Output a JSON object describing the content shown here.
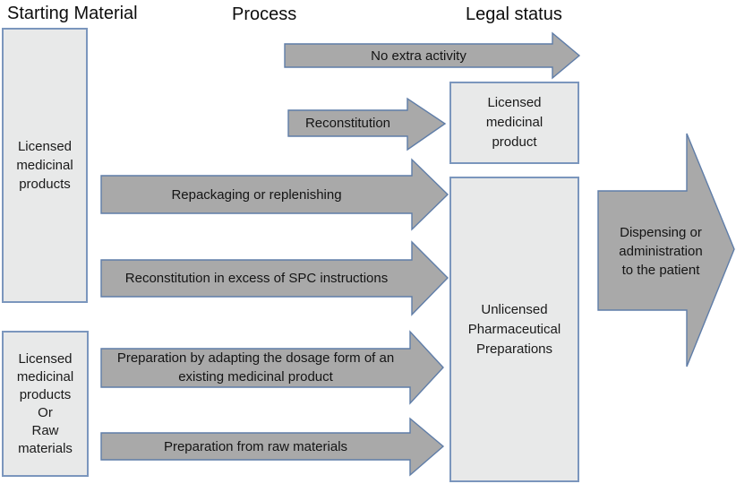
{
  "headers": {
    "starting_material": "Starting Material",
    "process": "Process",
    "legal_status": "Legal status"
  },
  "starting_material_boxes": [
    {
      "label": "Licensed\nmedicinal\nproducts"
    },
    {
      "label": "Licensed\nmedicinal\nproducts\nOr\nRaw\nmaterials"
    }
  ],
  "process_arrows": [
    {
      "label": "No extra activity"
    },
    {
      "label": "Reconstitution"
    },
    {
      "label": "Repackaging or replenishing"
    },
    {
      "label": "Reconstitution in excess of SPC instructions"
    },
    {
      "label": "Preparation by adapting the dosage form of an\nexisting medicinal product"
    },
    {
      "label": "Preparation from raw materials"
    }
  ],
  "legal_status_boxes": [
    {
      "label": "Licensed\nmedicinal\nproduct"
    },
    {
      "label": "Unlicensed\nPharmaceutical\nPreparations"
    }
  ],
  "outcome_arrow": {
    "label": "Dispensing or\nadministration\nto the patient"
  },
  "colors": {
    "arrow_fill": "#a9a9a9",
    "arrow_border": "#5f7da8",
    "box_fill": "#e8e9e9",
    "box_border": "#7b96bd",
    "text": "#1a1a1a",
    "background": "#ffffff"
  }
}
